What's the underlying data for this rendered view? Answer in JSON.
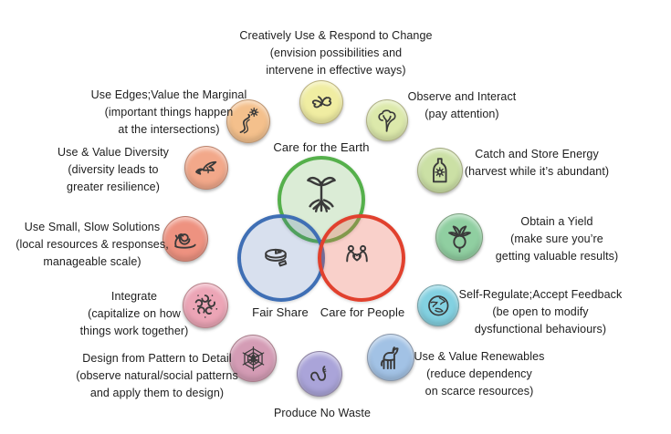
{
  "icon_stroke": "#3a3a3a",
  "ethics": {
    "earth": {
      "label": "Care for the Earth",
      "icon": "seedling-roots-icon",
      "border_color": "#55b04b",
      "fill_color": "rgba(110,180,90,0.25)"
    },
    "fair_share": {
      "label": "Fair Share",
      "icon": "pie-share-icon",
      "border_color": "#3f6fb5",
      "fill_color": "rgba(60,100,170,0.20)"
    },
    "people": {
      "label": "Care for People",
      "icon": "people-heart-icon",
      "border_color": "#e1412e",
      "fill_color": "rgba(235,100,80,0.30)"
    }
  },
  "principles": [
    {
      "id": "creative-change",
      "icon": "moth-icon",
      "color": "#f0eda2",
      "lines": [
        "Creatively Use & Respond to Change",
        "(envision possibilities and",
        "intervene in effective ways)"
      ]
    },
    {
      "id": "use-edges",
      "icon": "winding-path-icon",
      "color": "#f4c08c",
      "lines": [
        "Use Edges;Value the Marginal",
        "(important things happen",
        "at the intersections)"
      ]
    },
    {
      "id": "observe-interact",
      "icon": "tree-icon",
      "color": "#dce9ab",
      "lines": [
        "Observe and Interact",
        "(pay attention)"
      ]
    },
    {
      "id": "value-diversity",
      "icon": "birds-icon",
      "color": "#f2a88a",
      "lines": [
        "Use & Value Diversity",
        "(diversity leads to",
        "greater resilience)"
      ]
    },
    {
      "id": "catch-store-energy",
      "icon": "bottle-sun-icon",
      "color": "#cbe0a5",
      "lines": [
        "Catch and Store Energy",
        "(harvest while it’s abundant)"
      ]
    },
    {
      "id": "small-slow",
      "icon": "snail-icon",
      "color": "#ee9280",
      "lines": [
        "Use Small, Slow Solutions",
        "(local resources & responses,",
        "manageable scale)"
      ]
    },
    {
      "id": "obtain-yield",
      "icon": "radish-icon",
      "color": "#90cfa1",
      "lines": [
        "Obtain a Yield",
        "(make sure you’re",
        "getting valuable results)"
      ]
    },
    {
      "id": "integrate",
      "icon": "circle-of-people-icon",
      "color": "#eca5b6",
      "lines": [
        "Integrate",
        "(capitalize on how",
        "things work together)"
      ]
    },
    {
      "id": "self-regulate",
      "icon": "globe-icon",
      "color": "#83d1e1",
      "lines": [
        "Self-Regulate;Accept Feedback",
        "(be open to modify",
        "dysfunctional behaviours)"
      ]
    },
    {
      "id": "pattern-detail",
      "icon": "spiderweb-icon",
      "color": "#d49cb5",
      "lines": [
        "Design from Pattern to Detail",
        "(observe natural/social patterns",
        "and apply them to design)"
      ]
    },
    {
      "id": "renewables",
      "icon": "horse-icon",
      "color": "#a2c2e5",
      "lines": [
        "Use & Value Renewables",
        "(reduce dependency",
        "on scarce resources)"
      ]
    },
    {
      "id": "produce-no-waste",
      "icon": "worm-icon",
      "color": "#aaa4d9",
      "lines": [
        "Produce No Waste"
      ]
    }
  ]
}
